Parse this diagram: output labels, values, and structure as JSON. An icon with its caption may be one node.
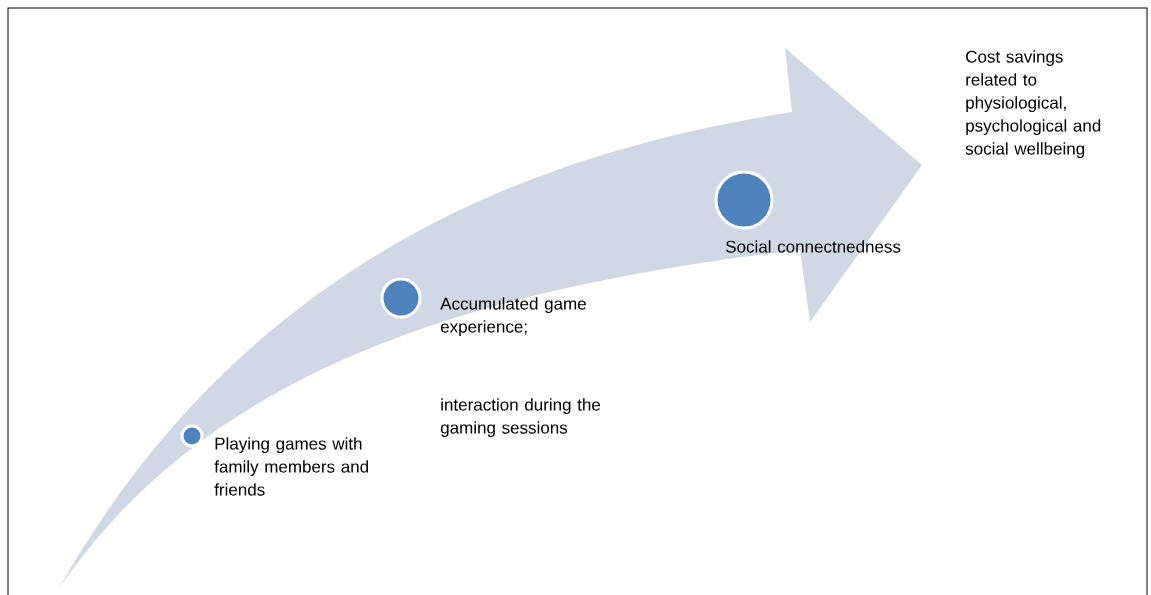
{
  "diagram": {
    "nodes": [
      {
        "text": [],
        "shape": "circle",
        "beside": [
          "Playing games with family members and friends"
        ]
      },
      {
        "text": [],
        "shape": "circle",
        "beside": [
          "Accumulated game experience;",
          "interaction during the gaming sessions"
        ]
      },
      {
        "text": [],
        "shape": "circle",
        "beside": [
          "Social connectnedness"
        ]
      }
    ],
    "labels": [
      "Cost savings related to physiological, psychological and social wellbeing"
    ]
  }
}
